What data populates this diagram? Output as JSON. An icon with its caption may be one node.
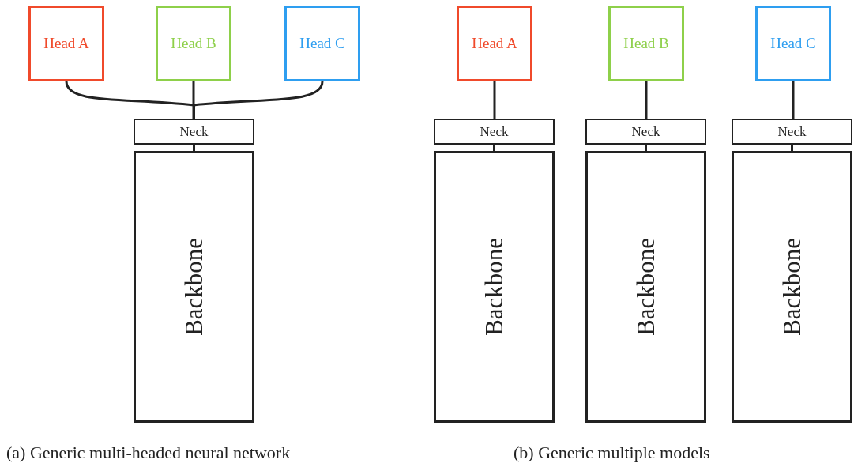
{
  "diagram": {
    "nodes": [
      {
        "text": [
          "Head A"
        ]
      },
      {
        "text": [
          "Head B"
        ]
      },
      {
        "text": [
          "Head C"
        ]
      },
      {
        "text": [
          "Neck"
        ]
      },
      {
        "text": [
          "Backbone"
        ]
      },
      {
        "text": [
          "Head A"
        ]
      },
      {
        "text": [
          "Neck"
        ]
      },
      {
        "text": [
          "Backbone"
        ]
      },
      {
        "text": [
          "Head B"
        ]
      },
      {
        "text": [
          "Neck"
        ]
      },
      {
        "text": [
          "Backbone"
        ]
      },
      {
        "text": [
          "Head C"
        ]
      },
      {
        "text": [
          "Neck"
        ]
      },
      {
        "text": [
          "Backbone"
        ]
      }
    ],
    "edges": [
      {
        "from": 0,
        "to": 3,
        "arrow": "none"
      },
      {
        "from": 1,
        "to": 3,
        "arrow": "none"
      },
      {
        "from": 2,
        "to": 3,
        "arrow": "none"
      },
      {
        "from": 3,
        "to": 4,
        "arrow": "none"
      },
      {
        "from": 5,
        "to": 6,
        "arrow": "none"
      },
      {
        "from": 6,
        "to": 7,
        "arrow": "none"
      },
      {
        "from": 8,
        "to": 9,
        "arrow": "none"
      },
      {
        "from": 9,
        "to": 10,
        "arrow": "none"
      },
      {
        "from": 11,
        "to": 12,
        "arrow": "none"
      },
      {
        "from": 12,
        "to": 13,
        "arrow": "none"
      }
    ],
    "labels": [
      "(a) Generic multi-headed neural network",
      "(b) Generic multiple models"
    ]
  }
}
